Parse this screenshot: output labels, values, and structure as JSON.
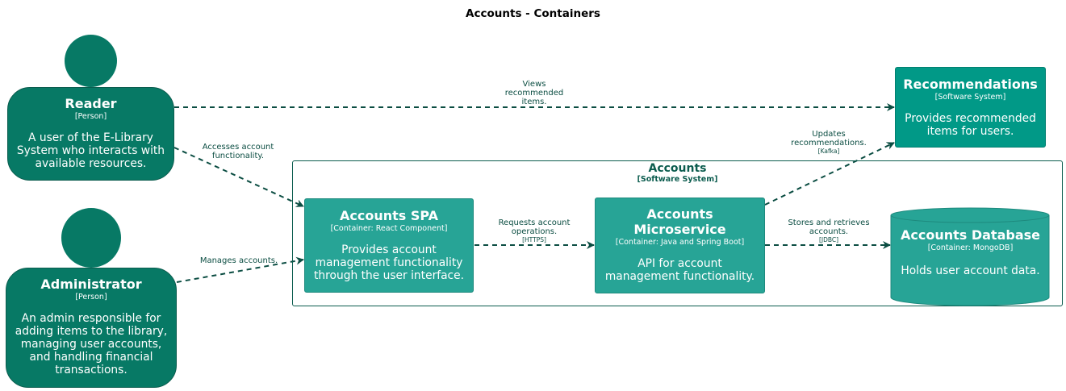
{
  "diagram": {
    "title": "Accounts - Containers",
    "colors": {
      "person": "#077965",
      "container": "#27a496",
      "external_system": "#019987",
      "edge": "#0b4d42",
      "boundary": "#0b5c4e"
    },
    "people": {
      "reader": {
        "name": "Reader",
        "type": "[Person]",
        "description": "A user of the E-Library System who interacts with available resources."
      },
      "administrator": {
        "name": "Administrator",
        "type": "[Person]",
        "description": "An admin responsible for adding items to the library, managing user accounts, and handling financial transactions."
      }
    },
    "recommendations": {
      "name": "Recommendations",
      "type": "[Software System]",
      "description": "Provides recommended items for users."
    },
    "boundary": {
      "name": "Accounts",
      "type": "[Software System]"
    },
    "containers": {
      "spa": {
        "name": "Accounts SPA",
        "type": "[Container: React Component]",
        "description": "Provides account management functionality through the user interface."
      },
      "microservice": {
        "name": "Accounts Microservice",
        "type": "[Container: Java and Spring Boot]",
        "description": "API for account management functionality."
      },
      "database": {
        "name": "Accounts Database",
        "type": "[Container: MongoDB]",
        "description": "Holds user account data."
      }
    },
    "relations": {
      "reader_recommendations": {
        "label": "Views recommended items.",
        "tech": ""
      },
      "reader_spa": {
        "label": "Accesses account functionality.",
        "tech": ""
      },
      "admin_spa": {
        "label": "Manages accounts.",
        "tech": ""
      },
      "spa_microservice": {
        "label": "Requests account operations.",
        "tech": "[HTTPS]"
      },
      "microservice_database": {
        "label": "Stores and retrieves accounts.",
        "tech": "[JDBC]"
      },
      "microservice_recommendations": {
        "label": "Updates recommendations.",
        "tech": "[Kafka]"
      }
    }
  }
}
